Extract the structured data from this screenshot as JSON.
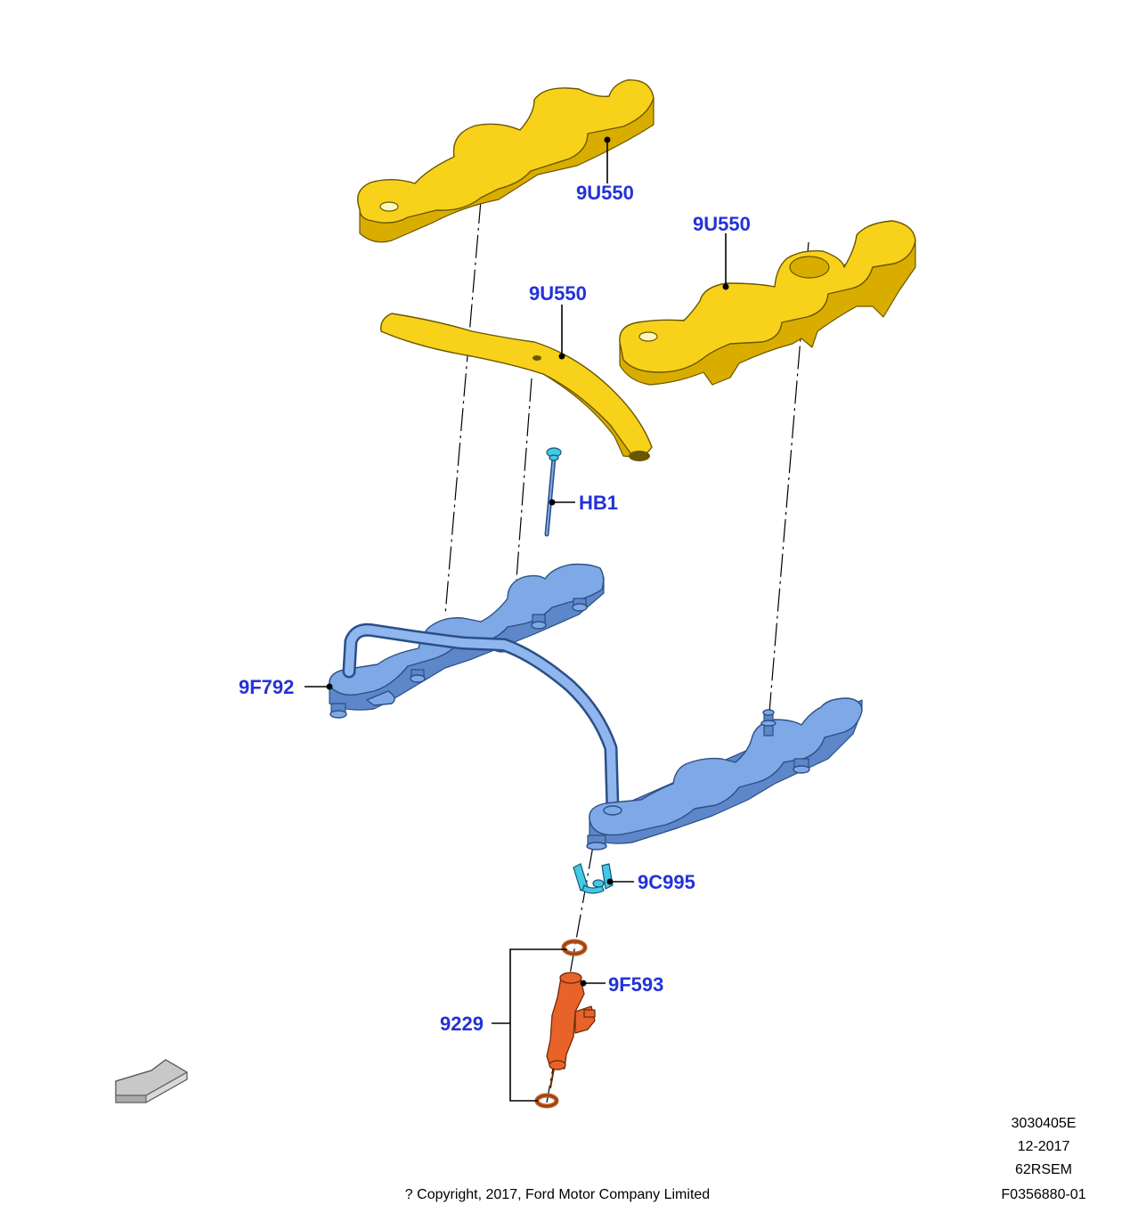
{
  "callouts": {
    "cover_upper_left": "9U550",
    "cover_right": "9U550",
    "cover_center": "9U550",
    "bolt": "HB1",
    "fuel_rail": "9F792",
    "clip": "9C995",
    "injector": "9F593",
    "seal_kit": "9229"
  },
  "info_block": {
    "line1": "3030405E",
    "line2": "12-2017",
    "line3": "62RSEM",
    "line4": "F0356880-01"
  },
  "copyright": "? Copyright, 2017, Ford Motor Company Limited",
  "colors": {
    "cover": "#f8d21a",
    "rail": "#7fa9e6",
    "injector": "#e8632a",
    "clip": "#45c7e6",
    "callout_text": "#2332d8"
  },
  "icons": {
    "direction_arrow": "front-direction-arrow-icon"
  }
}
